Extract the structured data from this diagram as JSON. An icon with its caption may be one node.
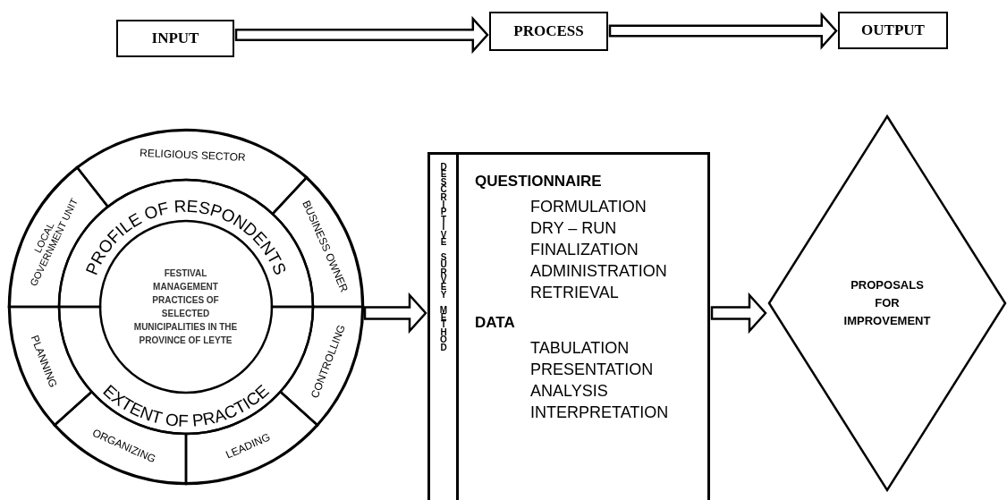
{
  "diagram": {
    "nodes": [
      {
        "text": [
          "INPUT"
        ]
      },
      {
        "text": [
          "PROCESS"
        ]
      },
      {
        "text": [
          "OUTPUT"
        ]
      },
      {
        "text": [],
        "shape": "circle"
      },
      {
        "text": [
          "RELIGIOUS SECTOR"
        ],
        "in": 3
      },
      {
        "text": [
          "BUSINESS OWNER"
        ],
        "in": 3
      },
      {
        "text": [
          "CONTROLLING"
        ],
        "in": 3
      },
      {
        "text": [
          "LEADING"
        ],
        "in": 3
      },
      {
        "text": [
          "ORGANIZING"
        ],
        "in": 3
      },
      {
        "text": [
          "PLANNING"
        ],
        "in": 3
      },
      {
        "text": [
          "LOCAL GOVERNMENT UNIT"
        ],
        "in": 3
      },
      {
        "text": [
          "PROFILE OF RESPONDENTS"
        ],
        "in": 3
      },
      {
        "text": [
          "EXTENT OF PRACTICE"
        ],
        "in": 3
      },
      {
        "text": [
          "FESTIVAL MANAGEMENT PRACTICES OF SELECTED MUNICIPALITIES IN THE PROVINCE OF LEYTE"
        ],
        "in": 3
      },
      {
        "text": [
          "DESCRIPTIVE SURVEY METHOD",
          "QUESTIONNAIRE",
          "FORMULATION",
          "DRY – RUN",
          "FINALIZATION",
          "ADMINISTRATION",
          "RETRIEVAL",
          "DATA",
          "TABULATION",
          "PRESENTATION",
          "ANALYSIS",
          "INTERPRETATION"
        ]
      },
      {
        "text": [
          "PROPOSALS FOR IMPROVEMENT"
        ]
      }
    ],
    "edges": [
      {
        "from": 0,
        "to": 1,
        "arrow": "to"
      },
      {
        "from": 1,
        "to": 2,
        "arrow": "to"
      },
      {
        "from": 3,
        "to": 14,
        "arrow": "to"
      },
      {
        "from": 14,
        "to": 15,
        "arrow": "to"
      }
    ]
  }
}
